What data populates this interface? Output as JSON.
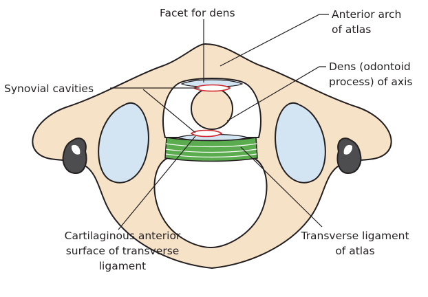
{
  "labels": {
    "facet_for_dens": "Facet for dens",
    "anterior_arch_line1": "Anterior arch",
    "anterior_arch_line2": "of atlas",
    "dens_line1": "Dens (odontoid",
    "dens_line2": "process) of axis",
    "synovial_cavities": "Synovial cavities",
    "cartilaginous_line1": "Cartilaginous anterior",
    "cartilaginous_line2": "surface of transverse",
    "cartilaginous_line3": "ligament",
    "transverse_line1": "Transverse ligament",
    "transverse_line2": "of atlas"
  },
  "colors": {
    "bone": "#f6e2c6",
    "outline": "#231f20",
    "facet_blue": "#d3e4f2",
    "synovial_red": "#d1252b",
    "ligament_green": "#5aac4e",
    "background": "#ffffff"
  }
}
